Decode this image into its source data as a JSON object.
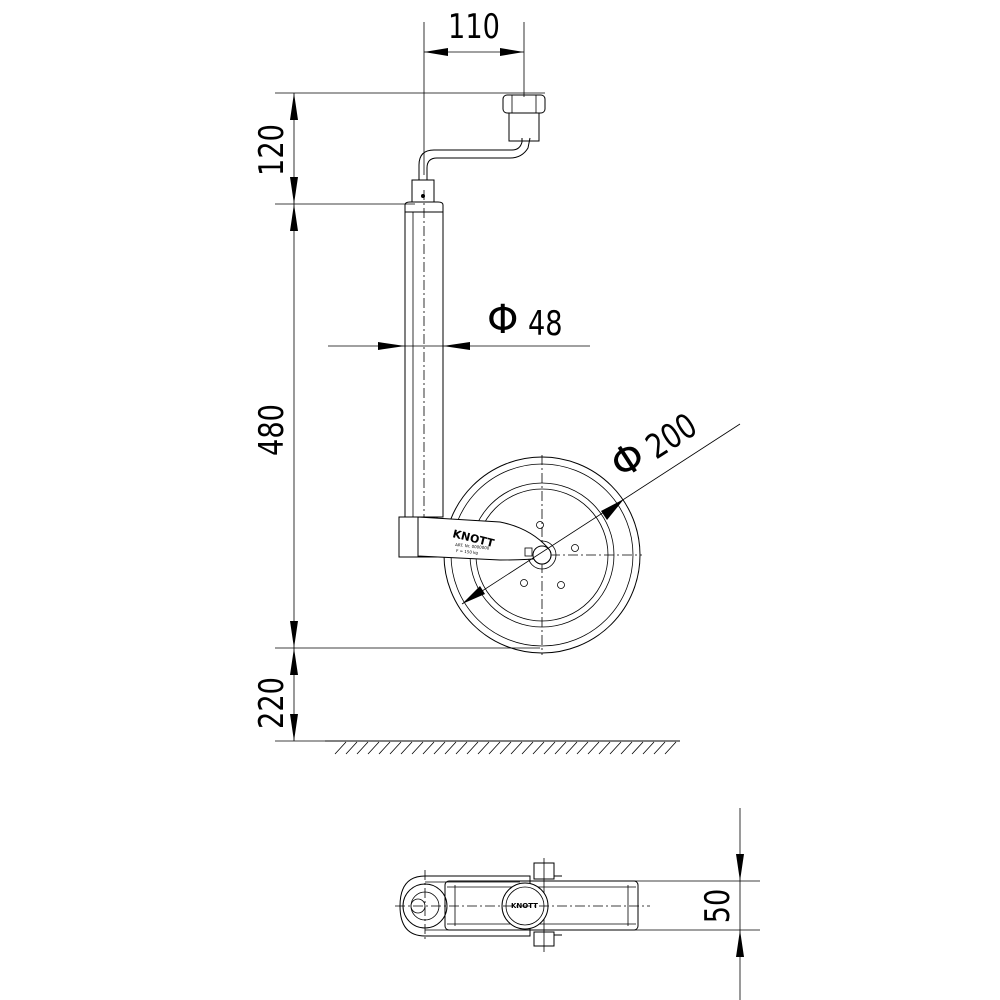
{
  "dimensions": {
    "crank_offset": "110",
    "crank_height": "120",
    "tube_length": "480",
    "tube_diameter_symbol": "Φ",
    "tube_diameter": "48",
    "wheel_diameter_symbol": "Φ",
    "wheel_diameter": "200",
    "ground_clearance": "220",
    "wheel_width": "50"
  },
  "labels": {
    "brand": "KNOTT",
    "brand_top_view": "KNOTT",
    "fork_line1": "ART. Nr. 0000000",
    "fork_line2": "F = 150 kg"
  }
}
